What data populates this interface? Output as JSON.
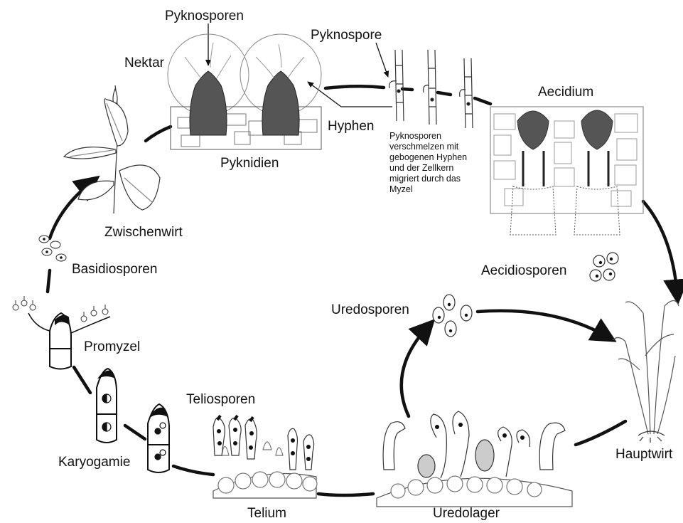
{
  "labels": {
    "pyknosporen": "Pyknosporen",
    "pyknospore": "Pyknospore",
    "nektar": "Nektar",
    "hyphen": "Hyphen",
    "pyknidien": "Pyknidien",
    "aecidium": "Aecidium",
    "zwischenwirt": "Zwischenwirt",
    "basidiosporen": "Basidiosporen",
    "aecidiosporen": "Aecidiosporen",
    "uredosporen": "Uredosporen",
    "promyzel": "Promyzel",
    "hauptwirt": "Hauptwirt",
    "teliosporen": "Teliosporen",
    "karyogamie": "Karyogamie",
    "telium": "Telium",
    "uredolager": "Uredolager"
  },
  "note": "Pyknosporen\nverschmelzen mit\ngebogenen Hyphen\nund der Zellkern\nmigriert durch das\nMyzel",
  "colors": {
    "ink": "#111111",
    "fill_dark": "#2a2a2a",
    "fill_light": "#f4f4f4"
  }
}
